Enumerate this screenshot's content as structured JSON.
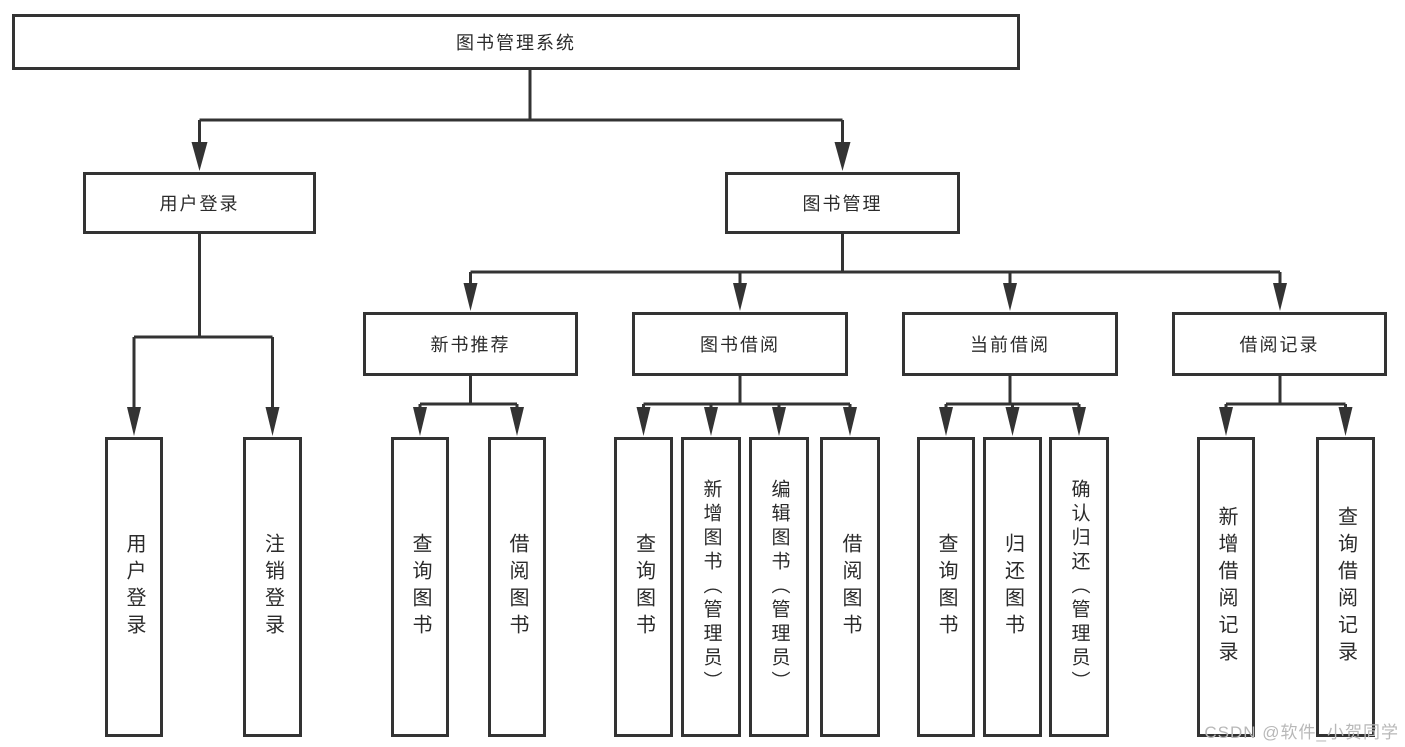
{
  "tree": {
    "root": "图书管理系统",
    "branches": [
      {
        "label": "用户登录",
        "leaves": [
          "用户登录",
          "注销登录"
        ]
      },
      {
        "label": "图书管理",
        "groups": [
          {
            "label": "新书推荐",
            "leaves": [
              "查询图书",
              "借阅图书"
            ]
          },
          {
            "label": "图书借阅",
            "leaves": [
              "查询图书",
              "新增图书（管理员）",
              "编辑图书（管理员）",
              "借阅图书"
            ]
          },
          {
            "label": "当前借阅",
            "leaves": [
              "查询图书",
              "归还图书",
              "确认归还（管理员）"
            ]
          },
          {
            "label": "借阅记录",
            "leaves": [
              "新增借阅记录",
              "查询借阅记录"
            ]
          }
        ]
      }
    ]
  },
  "watermark": {
    "text": "CSDN @软件_小贺同学"
  },
  "colors": {
    "line": "#333333",
    "box_border": "#333333",
    "box_background": "#ffffff",
    "text": "#2b2b2b",
    "watermark": "#b8b8b8",
    "page_background": "#ffffff"
  }
}
